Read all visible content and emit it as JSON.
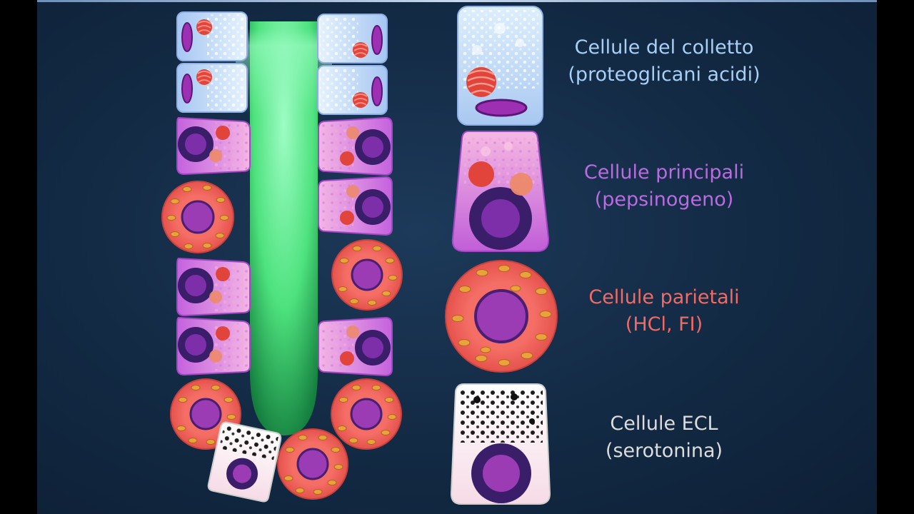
{
  "labels": {
    "collar": {
      "line1": "Cellule del colletto",
      "line2": "(proteoglicani acidi)",
      "color": "#a8cff5"
    },
    "chief": {
      "line1": "Cellule principali",
      "line2": "(pepsinogeno)",
      "color": "#b96be0"
    },
    "parietal": {
      "line1": "Cellule parietali",
      "line2": "(HCl, FI)",
      "color": "#f26a63"
    },
    "ecl": {
      "line1": "Cellule ECL",
      "line2": "(serotonina)",
      "color": "#dcdcdc"
    }
  },
  "colors": {
    "lumen": "#8dfbb8",
    "collar_cell": "#cfe6fb",
    "chief_cell": "#e07ee8",
    "parietal_cell": "#f26a63",
    "ecl_cell": "#ffffff",
    "nucleus": "#9c3cb4",
    "nucleus_dark": "#3b1e6a",
    "golgi": "#e0443b",
    "mitochondria": "#e9a23c",
    "granule_dark": "#1b1b1b"
  }
}
